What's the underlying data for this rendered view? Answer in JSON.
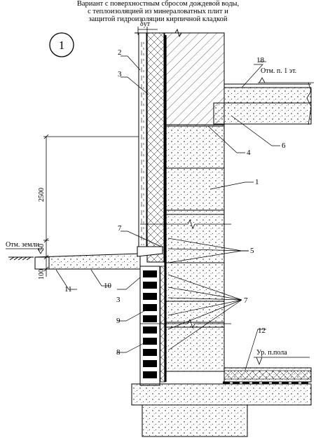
{
  "title": {
    "line1": "Вариант с поверхностным сбросом дождевой воды,",
    "line2": "с теплоизоляцией из минераловатных плит и",
    "line3": "защитой гидроизоляции кирпичной кладкой"
  },
  "detail_number": "1",
  "dims": {
    "insulation_thickness": "δут",
    "height_above_ground": "2500",
    "plinth_step": "50",
    "blind_area_thickness": "100"
  },
  "levels": {
    "first_floor": "Отм. п. 1 эт.",
    "ground": "Отм. земли",
    "floor": "Ур. п.пола"
  },
  "callouts": {
    "c1": "1",
    "c2": "2",
    "c3a": "3",
    "c3b": "3",
    "c4": "4",
    "c5": "5",
    "c6": "6",
    "c7a": "7",
    "c7b": "7",
    "c8": "8",
    "c9": "9",
    "c10": "10",
    "c11": "11",
    "c12": "12",
    "c18": "18"
  }
}
